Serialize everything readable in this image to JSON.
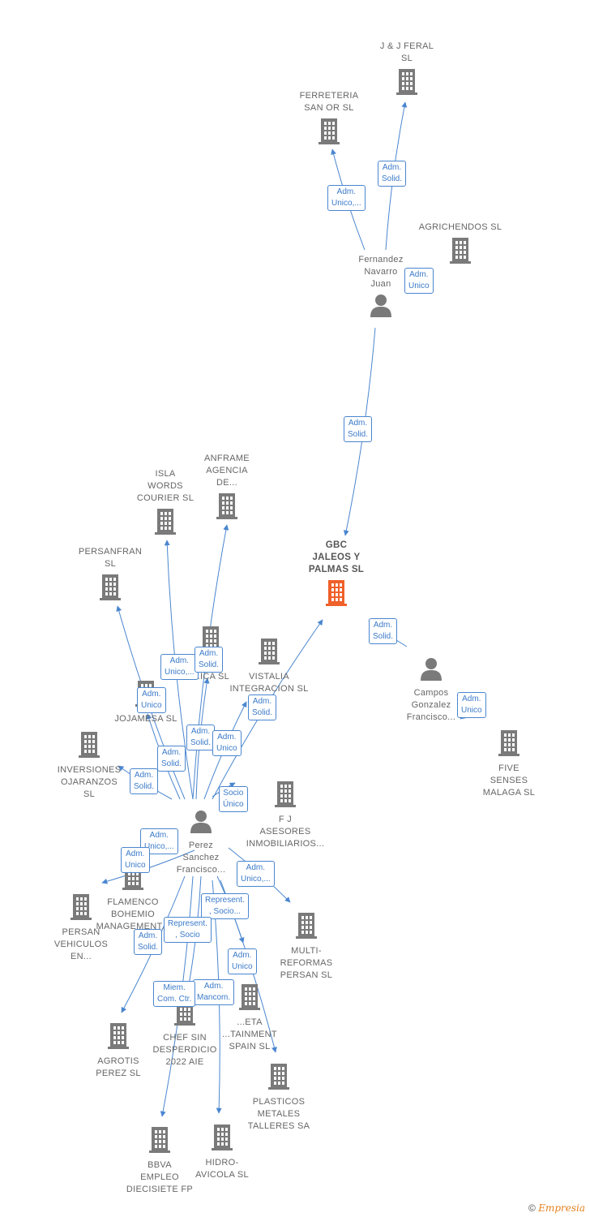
{
  "colors": {
    "edge": "#4a86cf",
    "building": "#7a7a7a",
    "main_building": "#f0602a",
    "person": "#7a7a7a"
  },
  "nodes": [
    {
      "id": "jj",
      "type": "company",
      "label": "J & J FERAL\nSL"
    },
    {
      "id": "ferr",
      "type": "company",
      "label": "FERRETERIA\nSAN OR SL"
    },
    {
      "id": "agri",
      "type": "company",
      "label": "AGRICHENDOS SL"
    },
    {
      "id": "fernandez",
      "type": "person",
      "label": "Fernandez\nNavarro\nJuan"
    },
    {
      "id": "gbc",
      "type": "main",
      "label": "GBC\nJALEOS Y\nPALMAS  SL"
    },
    {
      "id": "campos",
      "type": "person",
      "label": "Campos\nGonzalez\nFrancisco..."
    },
    {
      "id": "five",
      "type": "company",
      "label": "FIVE\nSENSES\nMALAGA  SL"
    },
    {
      "id": "anframe",
      "type": "company",
      "label": "ANFRAME\nAGENCIA\nDE..."
    },
    {
      "id": "isla",
      "type": "company",
      "label": "ISLA\nWORDS\nCOURIER SL"
    },
    {
      "id": "persanfran",
      "type": "company",
      "label": "PERSANFRAN\nSL"
    },
    {
      "id": "lia",
      "type": "company",
      "label": "...LIA\n...ICA SL"
    },
    {
      "id": "vistalia",
      "type": "company",
      "label": "VISTALIA\nINTEGRACION SL"
    },
    {
      "id": "jojamesa",
      "type": "company",
      "label": "JOJAMESA  SL"
    },
    {
      "id": "inversiones",
      "type": "company",
      "label": "INVERSIONES\nOJARANZOS\nSL"
    },
    {
      "id": "fj",
      "type": "company",
      "label": "F J\nASESORES\nINMOBILIARIOS..."
    },
    {
      "id": "perez",
      "type": "person",
      "label": "Perez\nSanchez\nFrancisco..."
    },
    {
      "id": "flamenco",
      "type": "company",
      "label": "FLAMENCO\nBOHEMIO\nMANAGEMENT..."
    },
    {
      "id": "persanveh",
      "type": "company",
      "label": "PERSAN\nVEHICULOS\nEN..."
    },
    {
      "id": "multi",
      "type": "company",
      "label": "MULTI-\nREFORMAS\nPERSAN  SL"
    },
    {
      "id": "zeta",
      "type": "company",
      "label": "...ETA\n...TAINMENT\nSPAIN  SL"
    },
    {
      "id": "chef",
      "type": "company",
      "label": "CHEF SIN\nDESPERDICIO\n2022 AIE"
    },
    {
      "id": "agrotis",
      "type": "company",
      "label": "AGROTIS\nPEREZ SL"
    },
    {
      "id": "plasticos",
      "type": "company",
      "label": "PLASTICOS\nMETALES\nTALLERES SA"
    },
    {
      "id": "bbva",
      "type": "company",
      "label": "BBVA\nEMPLEO\nDIECISIETE FP"
    },
    {
      "id": "hidro",
      "type": "company",
      "label": "HIDRO-\nAVICOLA  SL"
    }
  ],
  "badges": [
    {
      "id": "b_jj",
      "text": "Adm.\nSolid."
    },
    {
      "id": "b_ferr",
      "text": "Adm.\nUnico,..."
    },
    {
      "id": "b_agri",
      "text": "Adm.\nUnico"
    },
    {
      "id": "b_gbc_fer",
      "text": "Adm.\nSolid."
    },
    {
      "id": "b_campos",
      "text": "Adm.\nSolid."
    },
    {
      "id": "b_five",
      "text": "Adm.\nUnico"
    },
    {
      "id": "b_isla",
      "text": "Adm.\nUnico,..."
    },
    {
      "id": "b_lia",
      "text": "Adm.\nSolid."
    },
    {
      "id": "b_persanfran",
      "text": "Adm.\nUnico"
    },
    {
      "id": "b_vistalia",
      "text": "Adm.\nSolid."
    },
    {
      "id": "b_anframe",
      "text": "Adm.\nSolid."
    },
    {
      "id": "b_gbc_per",
      "text": "Adm.\nUnico"
    },
    {
      "id": "b_jojamesa",
      "text": "Adm.\nSolid."
    },
    {
      "id": "b_inv",
      "text": "Adm.\nSolid."
    },
    {
      "id": "b_fj",
      "text": "Socio\nÚnico"
    },
    {
      "id": "b_flam1",
      "text": "Adm.\nUnico,..."
    },
    {
      "id": "b_flam2",
      "text": "Adm.\nUnico"
    },
    {
      "id": "b_multi",
      "text": "Adm.\nUnico,..."
    },
    {
      "id": "b_rep1",
      "text": "Represent.\n, Socio..."
    },
    {
      "id": "b_rep2",
      "text": "Represent.\n, Socio"
    },
    {
      "id": "b_agrotis",
      "text": "Adm.\nSolid."
    },
    {
      "id": "b_zeta",
      "text": "Adm.\nUnico"
    },
    {
      "id": "b_chef",
      "text": "Adm.\nMancom."
    },
    {
      "id": "b_bbva",
      "text": "Miem.\nCom. Ctr."
    }
  ],
  "footer": {
    "symbol": "©",
    "brand": "Empresia"
  }
}
